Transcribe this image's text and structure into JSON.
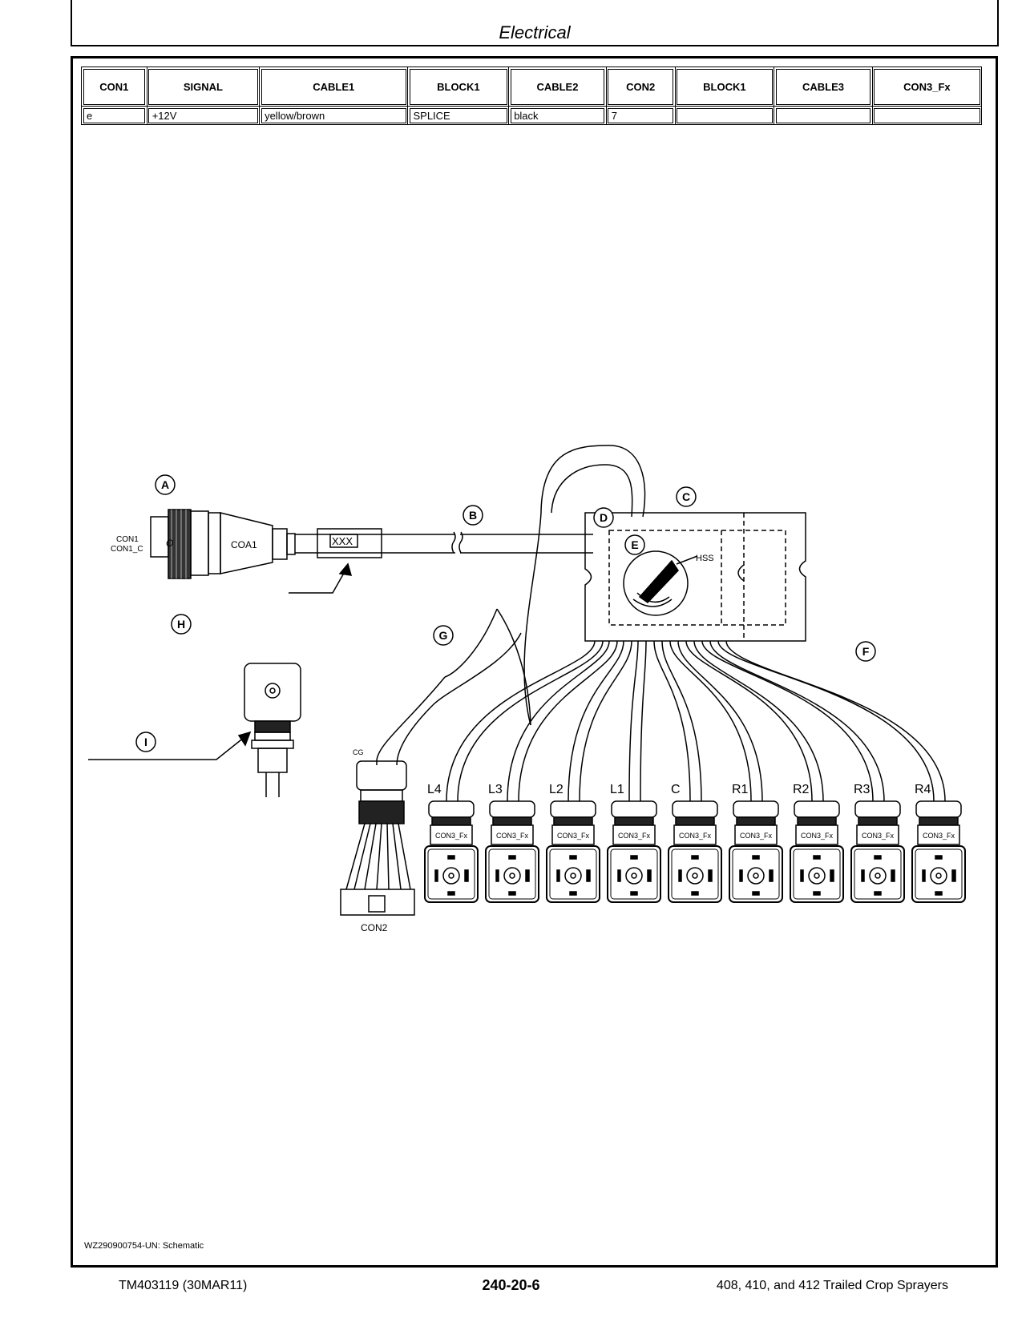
{
  "header": {
    "title": "Electrical"
  },
  "table": {
    "columns": [
      "CON1",
      "SIGNAL",
      "CABLE1",
      "BLOCK1",
      "CABLE2",
      "CON2",
      "BLOCK1",
      "CABLE3",
      "CON3_Fx"
    ],
    "rows": [
      [
        "e",
        "+12V",
        "yellow/brown",
        "SPLICE",
        "black",
        "7",
        "",
        "",
        ""
      ]
    ]
  },
  "diagram": {
    "callouts": [
      "A",
      "B",
      "C",
      "D",
      "E",
      "F",
      "G",
      "H",
      "I"
    ],
    "labels": {
      "con1": "CON1",
      "con1_c": "CON1_C",
      "coa1": "COA1",
      "tag": "XXX",
      "hss": "HSS",
      "cg": "CG",
      "con2": "CON2",
      "con3": "CON3_Fx"
    },
    "outlets": [
      "L4",
      "L3",
      "L2",
      "L1",
      "C",
      "R1",
      "R2",
      "R3",
      "R4"
    ]
  },
  "caption": "WZ290900754-UN: Schematic",
  "footer": {
    "left": "TM403119 (30MAR11)",
    "center": "240-20-6",
    "right": "408, 410, and 412 Trailed Crop Sprayers"
  }
}
